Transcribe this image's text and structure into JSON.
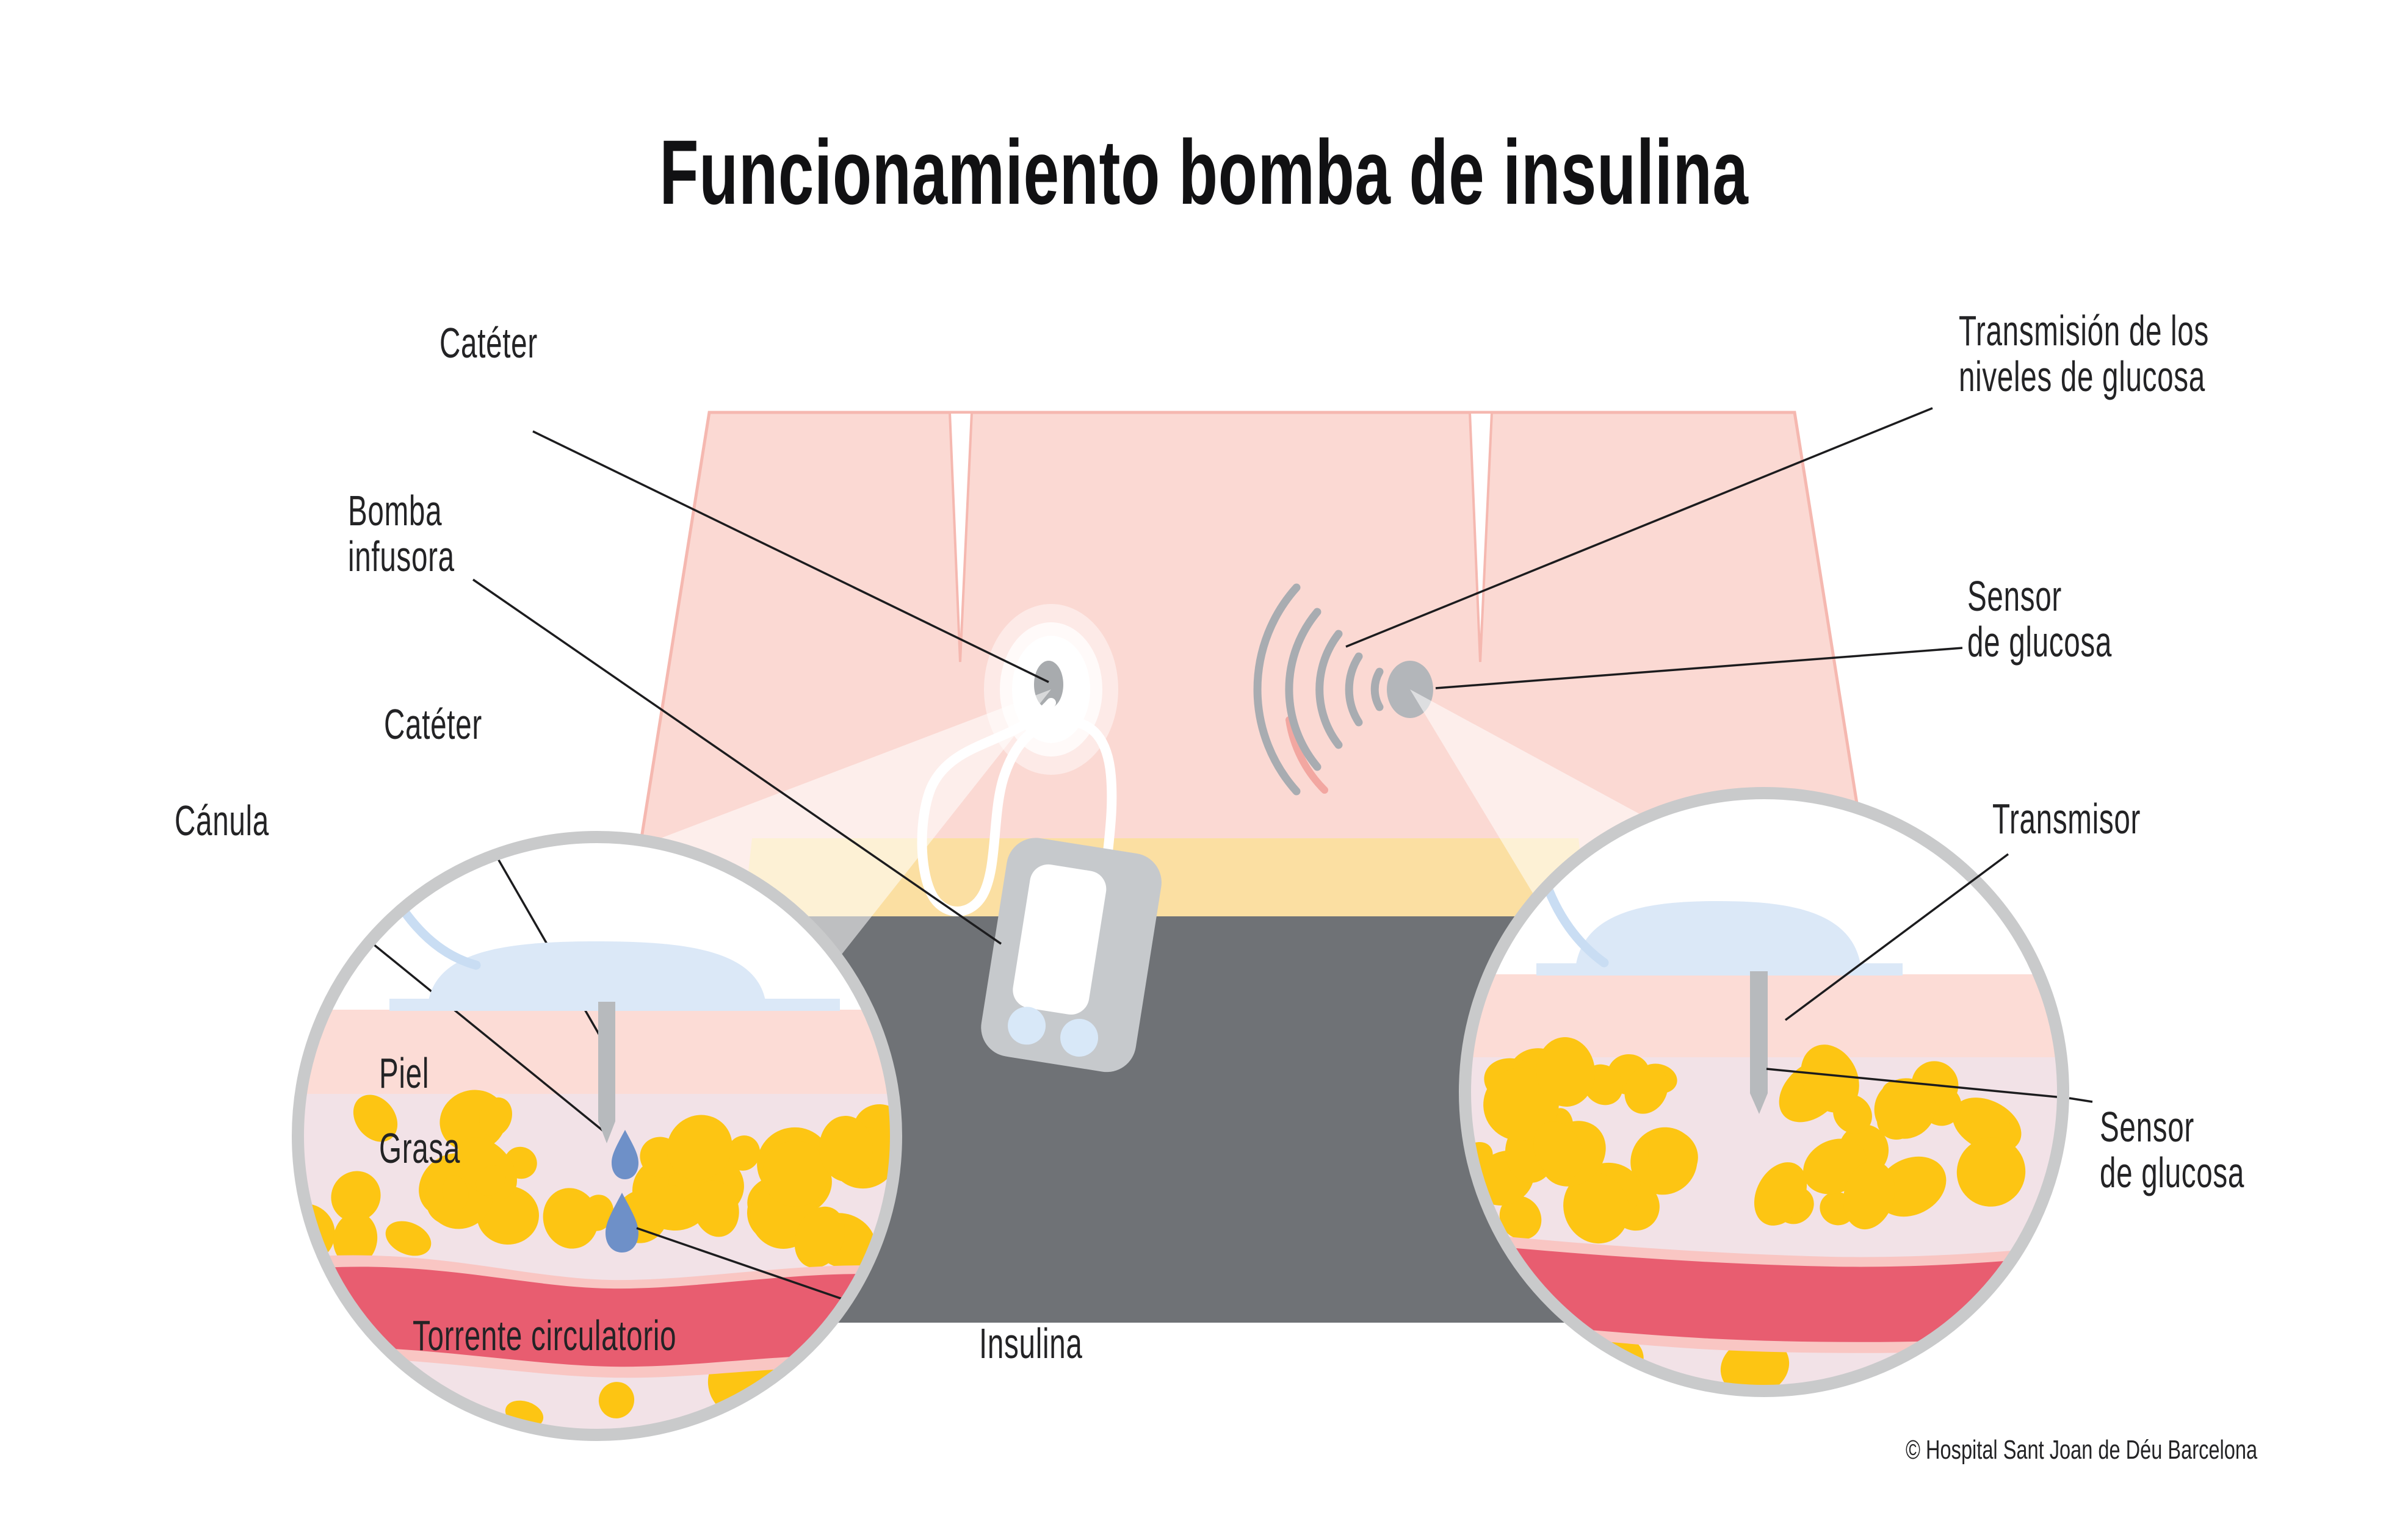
{
  "title": "Funcionamiento bomba de insulina",
  "copyright": "© Hospital Sant Joan de Déu Barcelona",
  "labels": {
    "cateter_top": "Catéter",
    "bomba_line1": "Bomba",
    "bomba_line2": "infusora",
    "cateter_inset": "Catéter",
    "canula": "Cánula",
    "piel": "Piel",
    "grasa": "Grasa",
    "torrente": "Torrente circulatorio",
    "insulina": "Insulina",
    "transmision_line1": "Transmisión de los",
    "transmision_line2": "niveles de glucosa",
    "sensor_upper_line1": "Sensor",
    "sensor_upper_line2": "de glucosa",
    "transmisor": "Transmisor",
    "sensor_lower_line1": "Sensor",
    "sensor_lower_line2": "de glucosa"
  },
  "colors": {
    "background": "#ffffff",
    "skin": "#fbd9d3",
    "skin_edge": "#f5b8b0",
    "waistband": "#fbdfa2",
    "pants": "#6f7276",
    "skin_band": "#fcdcd6",
    "fat_bg": "#f2e2e7",
    "fat_blob": "#fdc513",
    "blood": "#e85d70",
    "blood_edge": "#f9c6c3",
    "device_body": "#c6c9cc",
    "device_screen": "#ffffff",
    "device_button": "#d8e8f8",
    "dome_blue": "#dbe8f7",
    "tube_blue": "#c9ddf3",
    "cannula_gray": "#b7babd",
    "insulin_drop": "#6e90c8",
    "wave_gray": "#a8acb1",
    "wave_red": "#f2a7a1",
    "sensor_gray": "#b3b6ba",
    "circle_outline": "#c9cacb",
    "leader_line": "#1c1c1e",
    "text": "#232325"
  }
}
